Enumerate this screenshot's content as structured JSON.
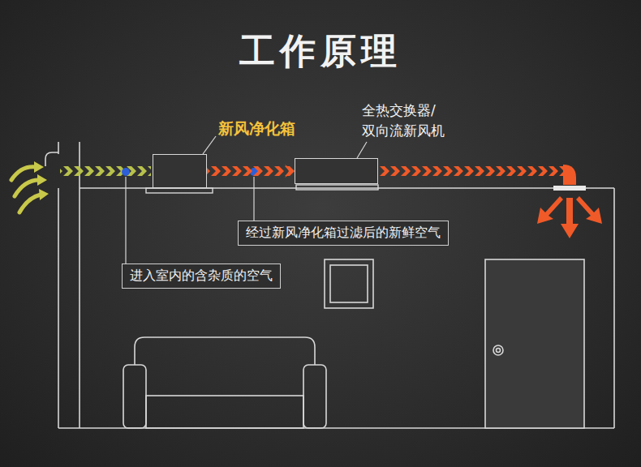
{
  "diagram": {
    "title": "工作原理",
    "nodes": [
      {
        "text": [
          "新风净化箱"
        ]
      },
      {
        "text": [
          "全热交换器/ 双向流新风机"
        ]
      },
      {
        "text": [
          "经过新风净化箱过滤后的新鲜空气"
        ]
      },
      {
        "text": [
          "进入室内的含杂质的空气"
        ]
      }
    ],
    "edges": [
      {
        "from": 0,
        "to": 1,
        "arrow": "to"
      }
    ]
  }
}
